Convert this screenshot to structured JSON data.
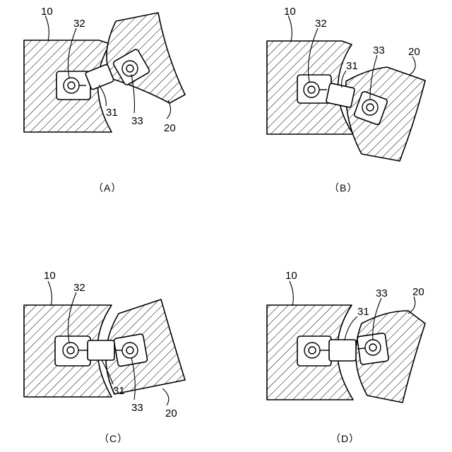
{
  "panels": [
    {
      "caption": "（A）",
      "labels": {
        "body_left": "10",
        "body_right": "20",
        "connector": "31",
        "terminal_left": "32",
        "terminal_right": "33"
      }
    },
    {
      "caption": "（B）",
      "labels": {
        "body_left": "10",
        "body_right": "20",
        "connector": "31",
        "terminal_left": "32",
        "terminal_right": "33"
      }
    },
    {
      "caption": "（C）",
      "labels": {
        "body_left": "10",
        "body_right": "20",
        "connector": "31",
        "terminal_left": "32",
        "terminal_right": "33"
      }
    },
    {
      "caption": "（D）",
      "labels": {
        "body_left": "10",
        "body_right": "20",
        "connector": "31",
        "terminal_right": "33"
      }
    }
  ]
}
